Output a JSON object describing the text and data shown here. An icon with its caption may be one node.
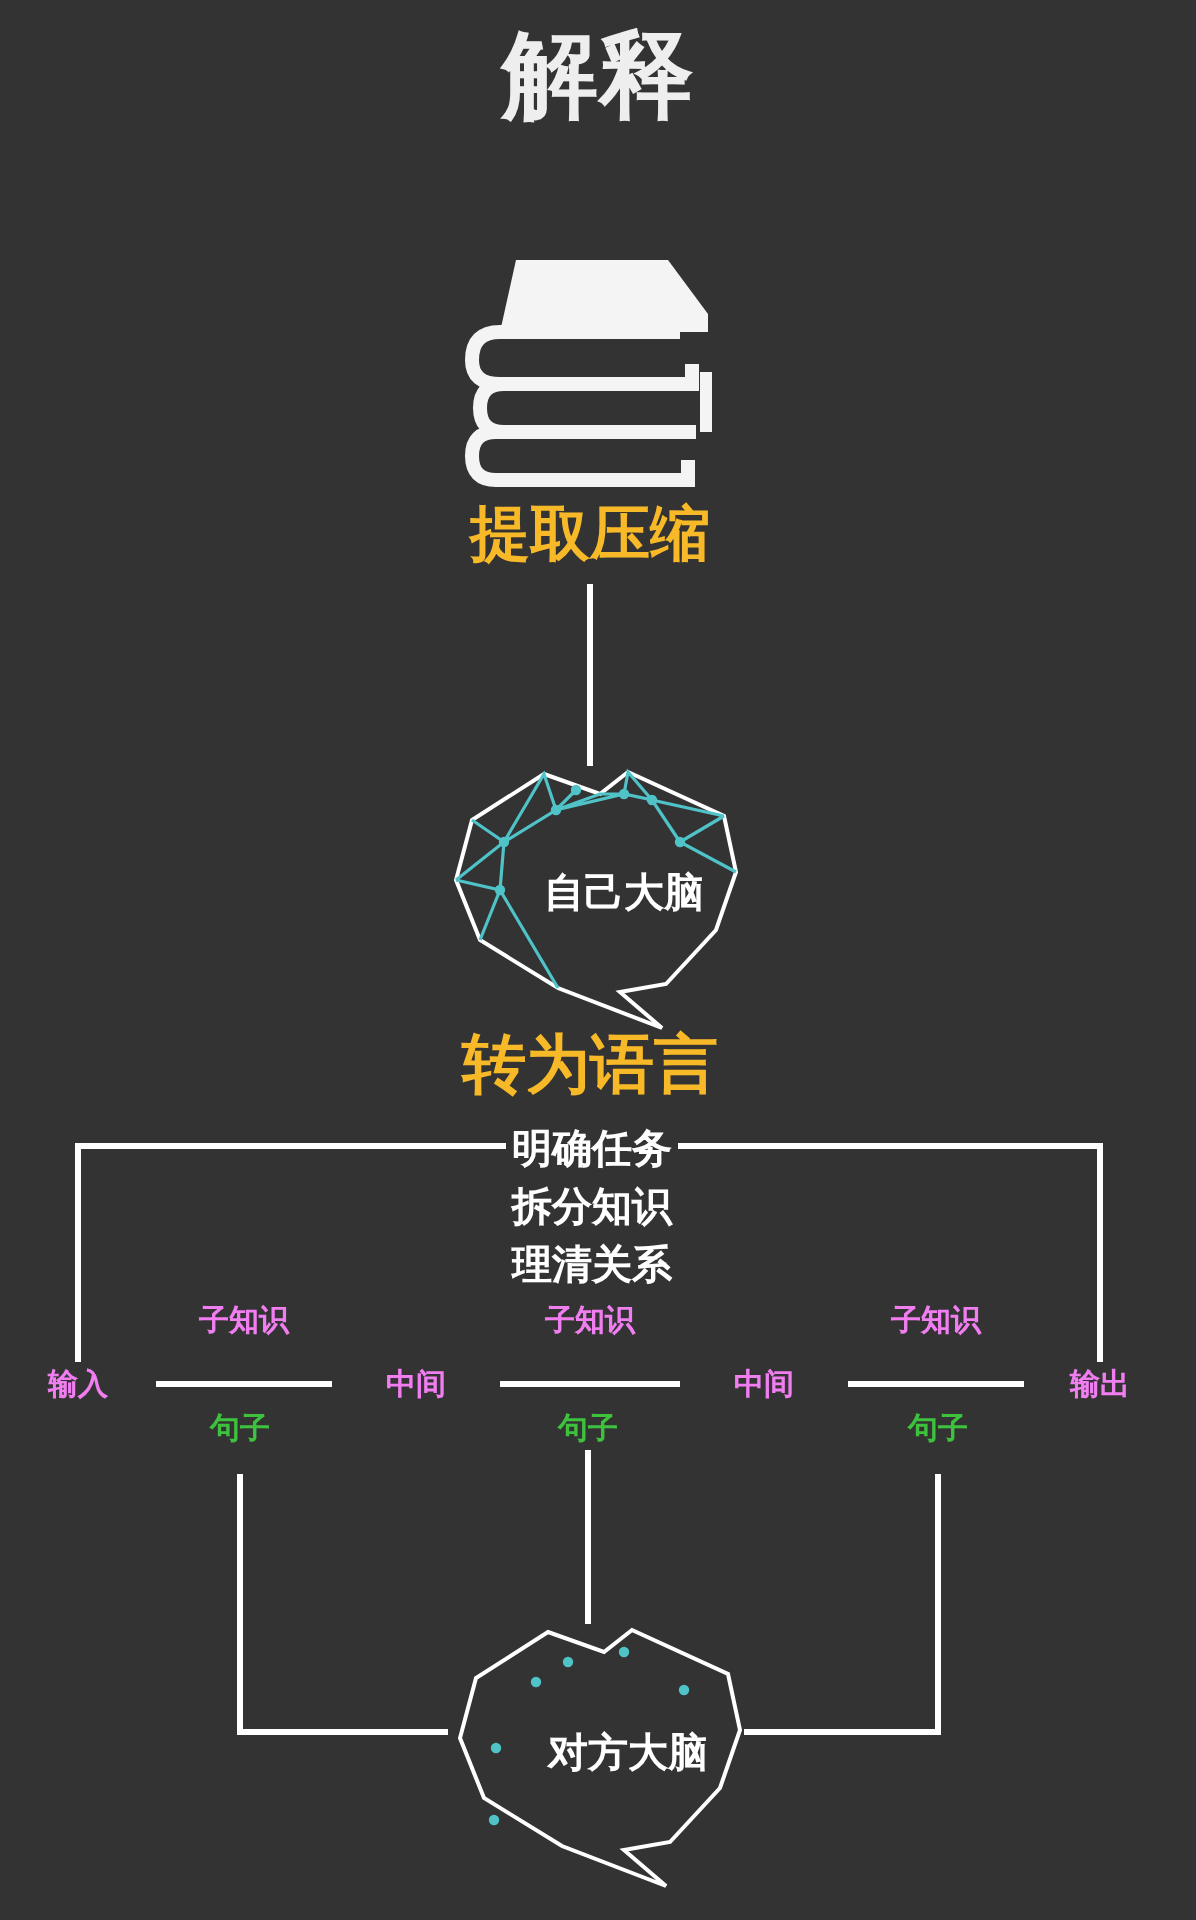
{
  "diagram": {
    "title": "解释",
    "nodes": [
      {
        "text": [
          "提取压缩"
        ]
      },
      {
        "text": [
          "自己大脑"
        ],
        "beside": [
          "转为语言"
        ]
      },
      {
        "text": [
          "明确任务拆分知识理清关系"
        ]
      },
      {
        "text": [
          "输入"
        ]
      },
      {
        "text": [
          "中间"
        ]
      },
      {
        "text": [
          "中间"
        ]
      },
      {
        "text": [
          "输出"
        ]
      },
      {
        "text": [
          "句子"
        ]
      },
      {
        "text": [
          "句子"
        ]
      },
      {
        "text": [
          "句子"
        ]
      },
      {
        "text": [
          "对方大脑"
        ]
      }
    ],
    "edges": [
      {
        "from": 0,
        "to": 1,
        "arrow": "none"
      },
      {
        "from": 2,
        "to": 3,
        "arrow": "none"
      },
      {
        "from": 2,
        "to": 6,
        "arrow": "none"
      },
      {
        "from": 3,
        "to": 4,
        "arrow": "none",
        "label": "子知识"
      },
      {
        "from": 4,
        "to": 5,
        "arrow": "none",
        "label": "子知识"
      },
      {
        "from": 5,
        "to": 6,
        "arrow": "none",
        "label": "子知识"
      },
      {
        "from": 7,
        "to": 10,
        "arrow": "none"
      },
      {
        "from": 8,
        "to": 10,
        "arrow": "none"
      },
      {
        "from": 9,
        "to": 10,
        "arrow": "none"
      }
    ]
  }
}
